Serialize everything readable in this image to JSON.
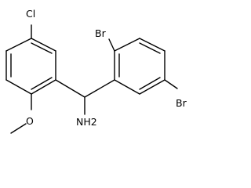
{
  "molecule": {
    "atoms": {
      "cl": "Cl",
      "br_ortho": "Br",
      "br_meta": "Br",
      "amine": "NH2",
      "methoxy_o": "O"
    }
  },
  "colors": {
    "bond": "#000000",
    "label": "#000000",
    "background": "#ffffff"
  }
}
